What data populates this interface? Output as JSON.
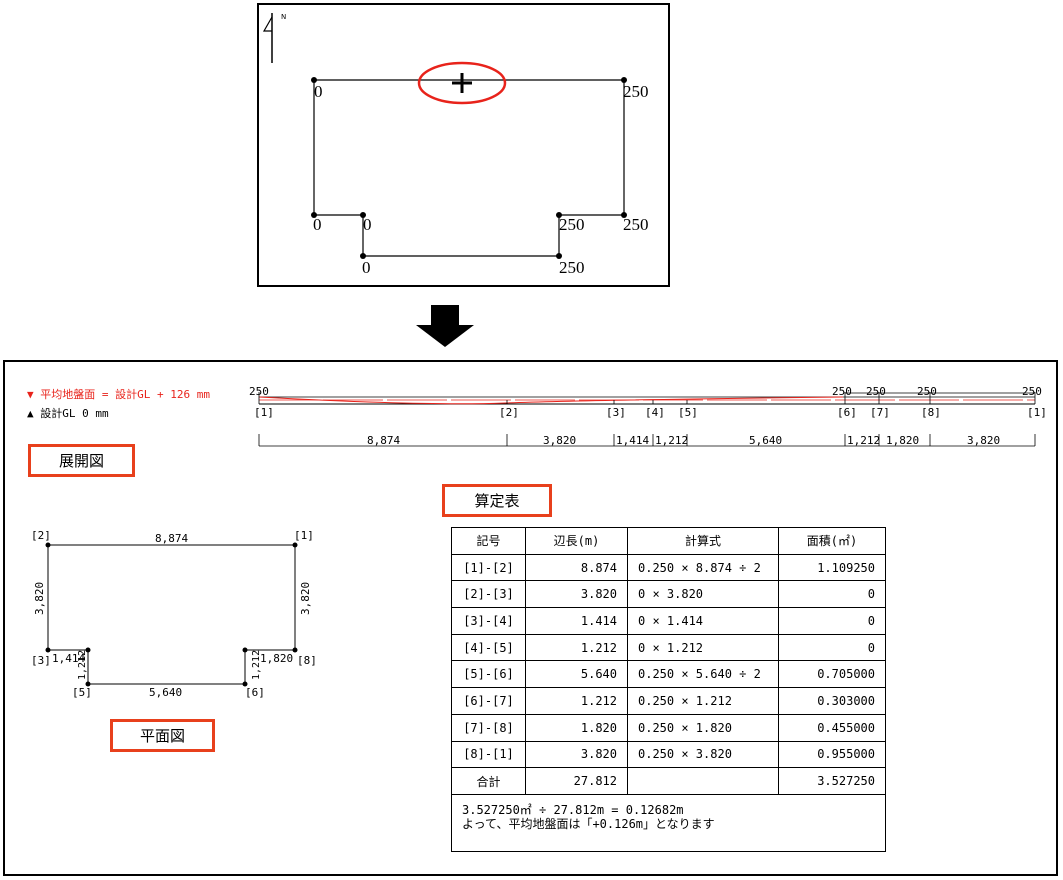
{
  "top_plan": {
    "north_label": "N",
    "point_values": [
      "0",
      "250",
      "0",
      "0",
      "250",
      "250",
      "0",
      "250"
    ]
  },
  "arrow_icon": "down-arrow-icon",
  "section": {
    "avg_ground_label": "▼ 平均地盤面 = 設計GL + 126 mm",
    "design_gl_label": "▲ 設計GL 0 mm",
    "point_tags": [
      "[1]",
      "[2]",
      "[3]",
      "[4]",
      "[5]",
      "[6]",
      "[7]",
      "[8]",
      "[1]"
    ],
    "height_values": [
      "250",
      "250",
      "250",
      "250",
      "250"
    ],
    "dimensions": [
      "8,874",
      "3,820",
      "1,414",
      "1,212",
      "5,640",
      "1,212",
      "1,820",
      "3,820"
    ],
    "title": "展開図"
  },
  "plan": {
    "title": "平面図",
    "corner_tags": [
      "[2]",
      "[1]",
      "[3]",
      "[8]",
      "[5]",
      "[6]"
    ],
    "dims": {
      "top": "8,874",
      "left": "3,820",
      "right": "3,820",
      "bottom": "5,640",
      "left_step_h": "1,414",
      "left_step_v": "1,212",
      "right_step_v": "1,212",
      "right_step_h": "1,820"
    }
  },
  "calc_table": {
    "title": "算定表",
    "headers": [
      "記号",
      "辺長(m)",
      "計算式",
      "面積(㎡)"
    ],
    "rows": [
      [
        "[1]-[2]",
        "8.874",
        "0.250 × 8.874 ÷ 2",
        "1.109250"
      ],
      [
        "[2]-[3]",
        "3.820",
        "0 × 3.820",
        "0"
      ],
      [
        "[3]-[4]",
        "1.414",
        "0 × 1.414",
        "0"
      ],
      [
        "[4]-[5]",
        "1.212",
        "0 × 1.212",
        "0"
      ],
      [
        "[5]-[6]",
        "5.640",
        "0.250 × 5.640 ÷ 2",
        "0.705000"
      ],
      [
        "[6]-[7]",
        "1.212",
        "0.250 × 1.212",
        "0.303000"
      ],
      [
        "[7]-[8]",
        "1.820",
        "0.250 × 1.820",
        "0.455000"
      ],
      [
        "[8]-[1]",
        "3.820",
        "0.250 × 3.820",
        "0.955000"
      ]
    ],
    "total": {
      "label": "合計",
      "length": "27.812",
      "formula": "",
      "area": "3.527250"
    },
    "note_line1": "3.527250㎡ ÷ 27.812m = 0.12682m",
    "note_line2": "よって、平均地盤面は「+0.126m」となります"
  },
  "colors": {
    "highlight": "#e8231b",
    "tag_border": "#e8401c"
  }
}
